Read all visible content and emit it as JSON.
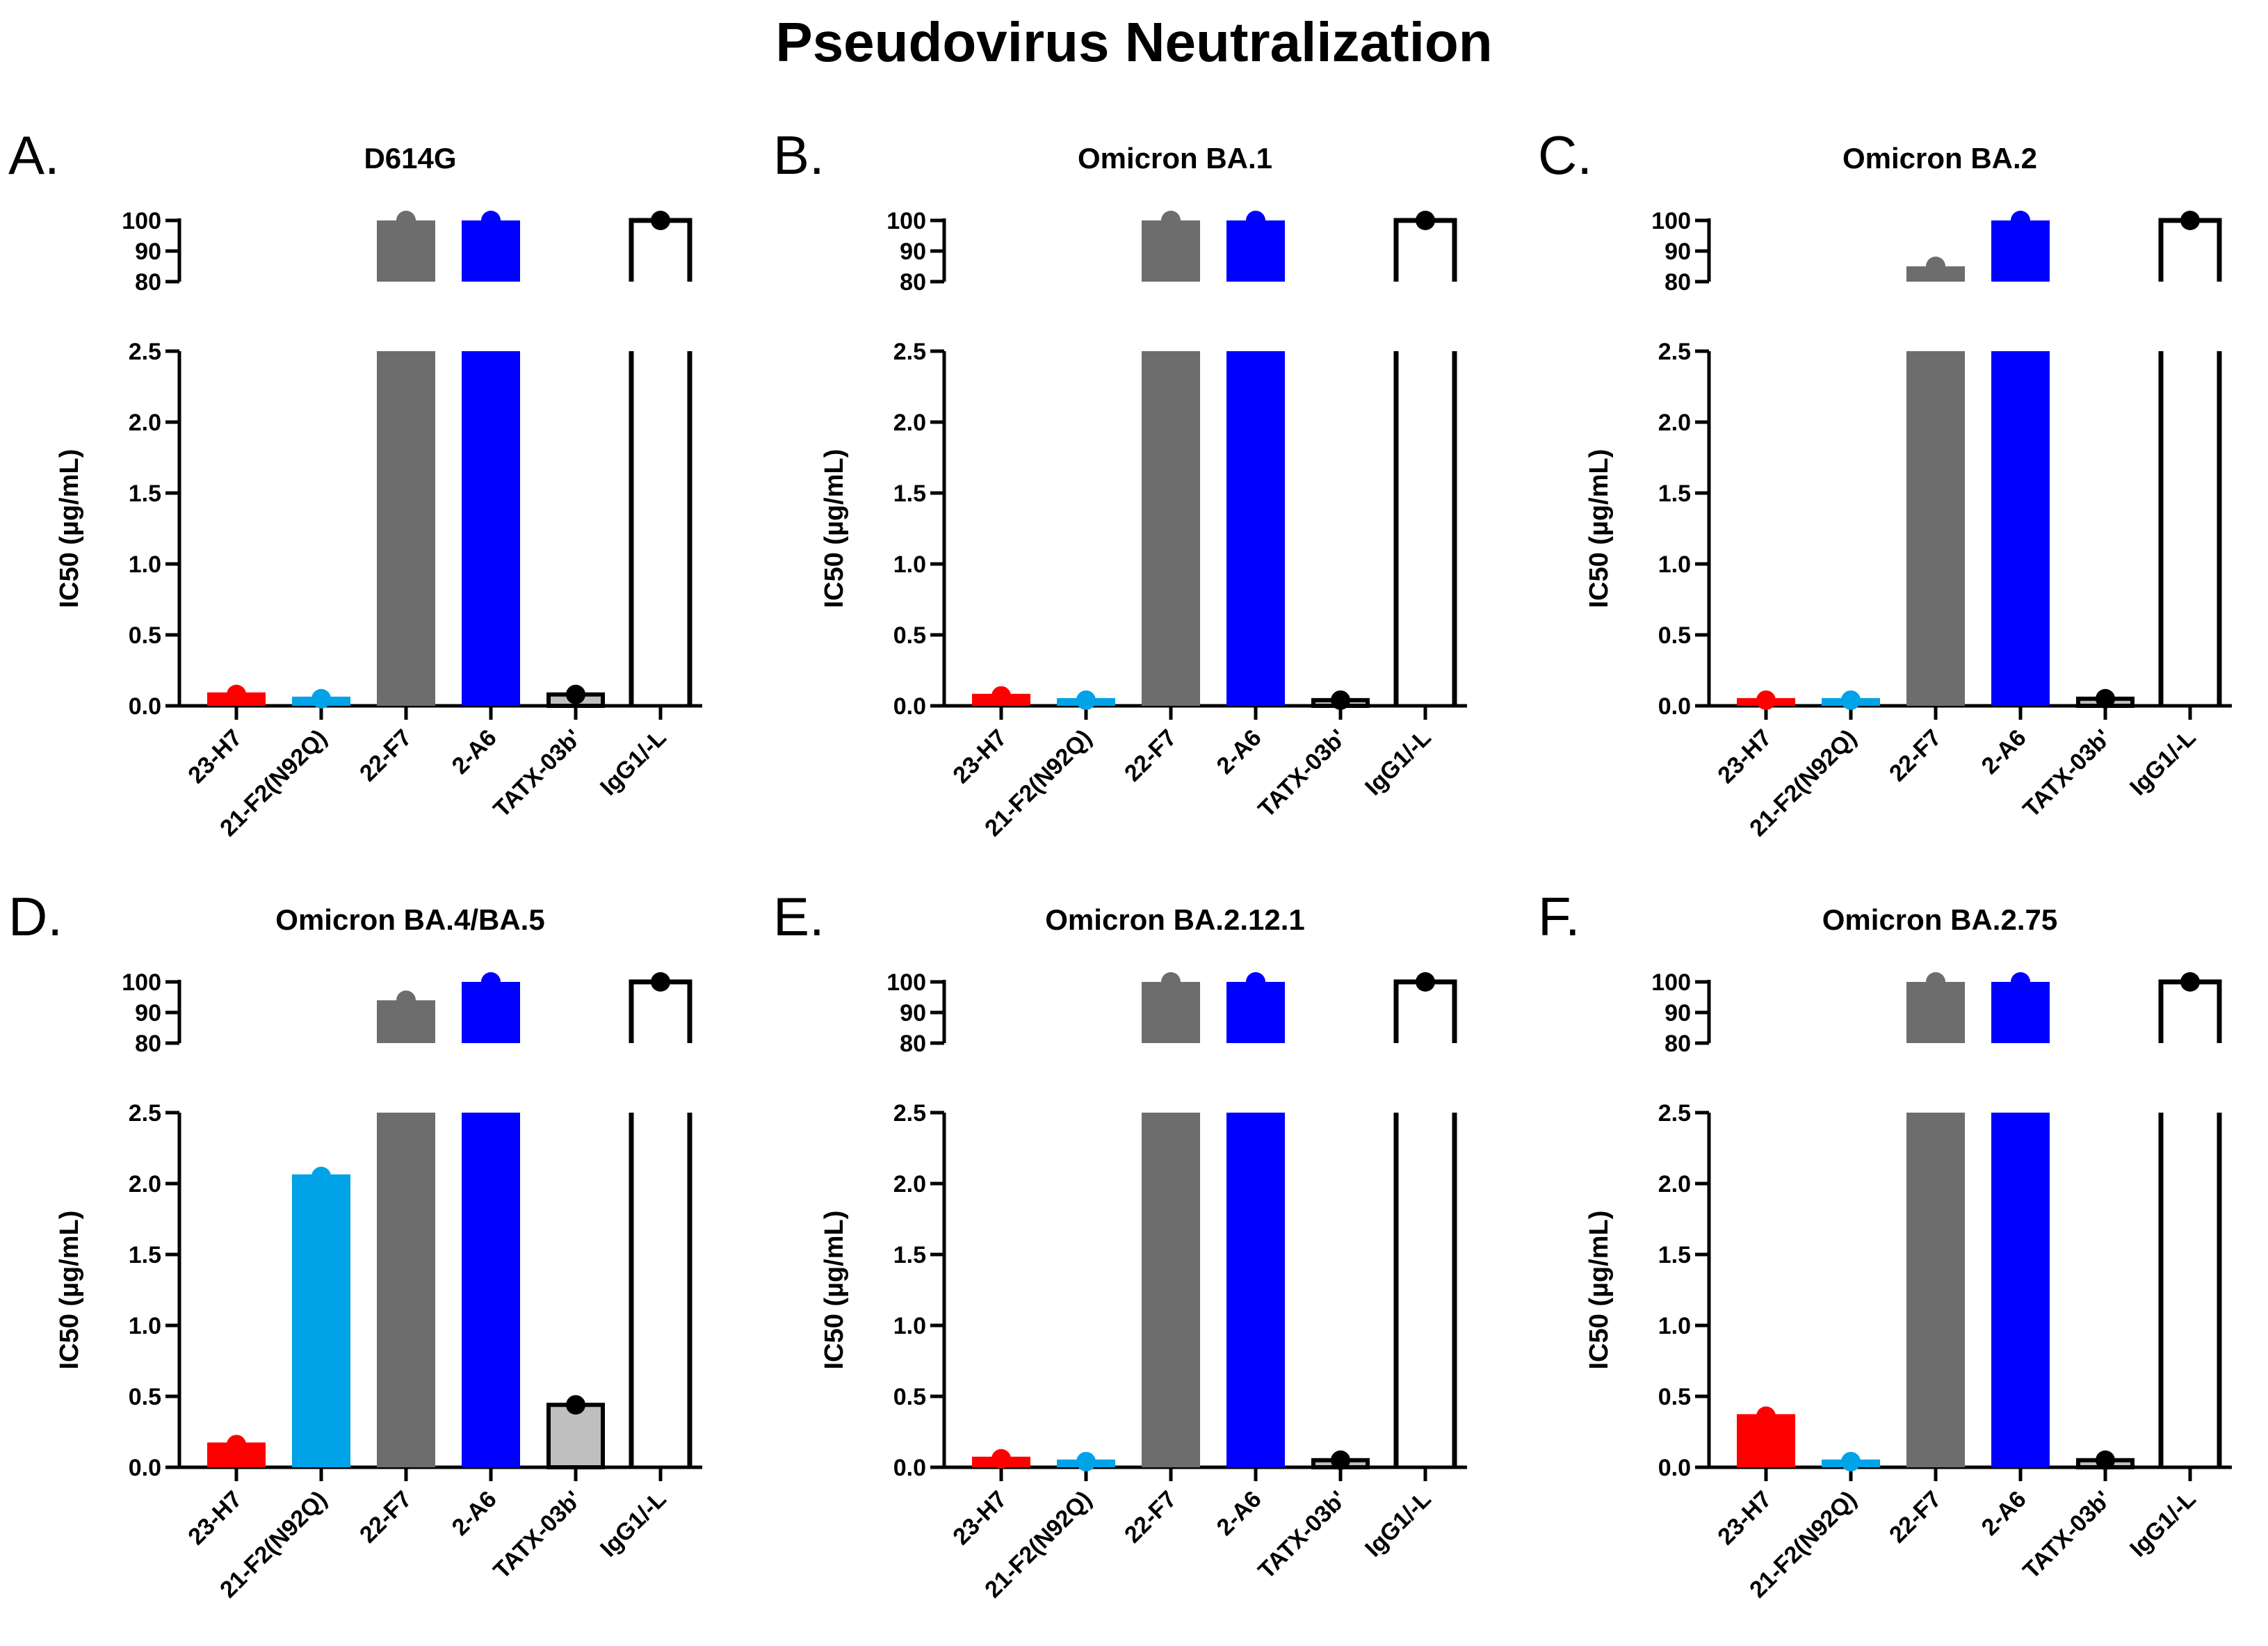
{
  "figure": {
    "title": "Pseudovirus Neutralization"
  },
  "chart_data": [
    {
      "type": "bar",
      "panel_label": "A.",
      "title": "D614G",
      "ylabel": "IC50 (µg/mL)",
      "categories": [
        "23-H7",
        "21-F2(N92Q)",
        "22-F7",
        "2-A6",
        "TATX-03b'",
        "IgG1/-L"
      ],
      "values": [
        0.08,
        0.05,
        100,
        100,
        0.08,
        100
      ],
      "y_axis_broken": true,
      "ylim_lower": [
        0,
        2.5
      ],
      "ylim_upper": [
        80,
        100
      ],
      "yticks_lower": [
        "0.0",
        "0.5",
        "1.0",
        "1.5",
        "2.0",
        "2.5"
      ],
      "yticks_upper": [
        "80",
        "90",
        "100"
      ]
    },
    {
      "type": "bar",
      "panel_label": "B.",
      "title": "Omicron BA.1",
      "ylabel": "IC50 (µg/mL)",
      "categories": [
        "23-H7",
        "21-F2(N92Q)",
        "22-F7",
        "2-A6",
        "TATX-03b'",
        "IgG1/-L"
      ],
      "values": [
        0.07,
        0.04,
        100,
        100,
        0.04,
        100
      ],
      "y_axis_broken": true,
      "ylim_lower": [
        0,
        2.5
      ],
      "ylim_upper": [
        80,
        100
      ],
      "yticks_lower": [
        "0.0",
        "0.5",
        "1.0",
        "1.5",
        "2.0",
        "2.5"
      ],
      "yticks_upper": [
        "80",
        "90",
        "100"
      ]
    },
    {
      "type": "bar",
      "panel_label": "C.",
      "title": "Omicron BA.2",
      "ylabel": "IC50 (µg/mL)",
      "categories": [
        "23-H7",
        "21-F2(N92Q)",
        "22-F7",
        "2-A6",
        "TATX-03b'",
        "IgG1/-L"
      ],
      "values": [
        0.04,
        0.04,
        85,
        100,
        0.05,
        100
      ],
      "y_axis_broken": true,
      "ylim_lower": [
        0,
        2.5
      ],
      "ylim_upper": [
        80,
        100
      ],
      "yticks_lower": [
        "0.0",
        "0.5",
        "1.0",
        "1.5",
        "2.0",
        "2.5"
      ],
      "yticks_upper": [
        "80",
        "90",
        "100"
      ]
    },
    {
      "type": "bar",
      "panel_label": "D.",
      "title": "Omicron BA.4/BA.5",
      "ylabel": "IC50 (µg/mL)",
      "categories": [
        "23-H7",
        "21-F2(N92Q)",
        "22-F7",
        "2-A6",
        "TATX-03b'",
        "IgG1/-L"
      ],
      "values": [
        0.16,
        2.05,
        94,
        100,
        0.44,
        100
      ],
      "y_axis_broken": true,
      "ylim_lower": [
        0,
        2.5
      ],
      "ylim_upper": [
        80,
        100
      ],
      "yticks_lower": [
        "0.0",
        "0.5",
        "1.0",
        "1.5",
        "2.0",
        "2.5"
      ],
      "yticks_upper": [
        "80",
        "90",
        "100"
      ]
    },
    {
      "type": "bar",
      "panel_label": "E.",
      "title": "Omicron BA.2.12.1",
      "ylabel": "IC50 (µg/mL)",
      "categories": [
        "23-H7",
        "21-F2(N92Q)",
        "22-F7",
        "2-A6",
        "TATX-03b'",
        "IgG1/-L"
      ],
      "values": [
        0.06,
        0.04,
        100,
        100,
        0.05,
        100
      ],
      "y_axis_broken": true,
      "ylim_lower": [
        0,
        2.5
      ],
      "ylim_upper": [
        80,
        100
      ],
      "yticks_lower": [
        "0.0",
        "0.5",
        "1.0",
        "1.5",
        "2.0",
        "2.5"
      ],
      "yticks_upper": [
        "80",
        "90",
        "100"
      ]
    },
    {
      "type": "bar",
      "panel_label": "F.",
      "title": "Omicron BA.2.75",
      "ylabel": "IC50 (µg/mL)",
      "categories": [
        "23-H7",
        "21-F2(N92Q)",
        "22-F7",
        "2-A6",
        "TATX-03b'",
        "IgG1/-L"
      ],
      "values": [
        0.36,
        0.04,
        100,
        100,
        0.05,
        100
      ],
      "y_axis_broken": true,
      "ylim_lower": [
        0,
        2.5
      ],
      "ylim_upper": [
        80,
        100
      ],
      "yticks_lower": [
        "0.0",
        "0.5",
        "1.0",
        "1.5",
        "2.0",
        "2.5"
      ],
      "yticks_upper": [
        "80",
        "90",
        "100"
      ]
    }
  ],
  "series_styles": [
    {
      "fill": "#ff0000",
      "stroke": "#ff0000",
      "dot": "#ff0000"
    },
    {
      "fill": "#00a2e8",
      "stroke": "#00a2e8",
      "dot": "#00a2e8"
    },
    {
      "fill": "#6d6d6d",
      "stroke": "#6d6d6d",
      "dot": "#6d6d6d"
    },
    {
      "fill": "#0000ff",
      "stroke": "#0000ff",
      "dot": "#0000ff"
    },
    {
      "fill": "#bfbfbf",
      "stroke": "#000000",
      "dot": "#000000"
    },
    {
      "fill": "#ffffff",
      "stroke": "#000000",
      "dot": "#000000"
    }
  ]
}
